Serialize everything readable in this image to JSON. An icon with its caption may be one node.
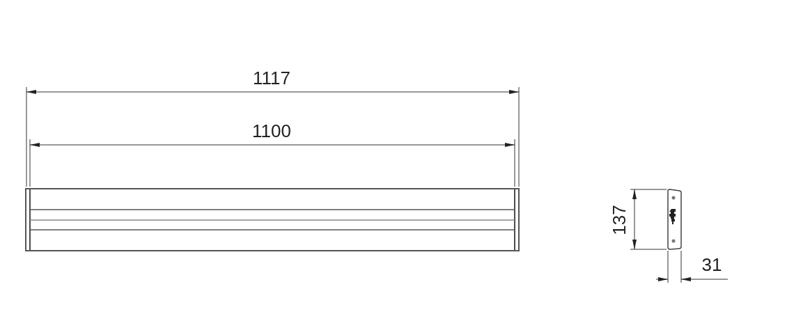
{
  "diagram": {
    "labels": [
      "1117",
      "1100",
      "137",
      "31"
    ]
  }
}
